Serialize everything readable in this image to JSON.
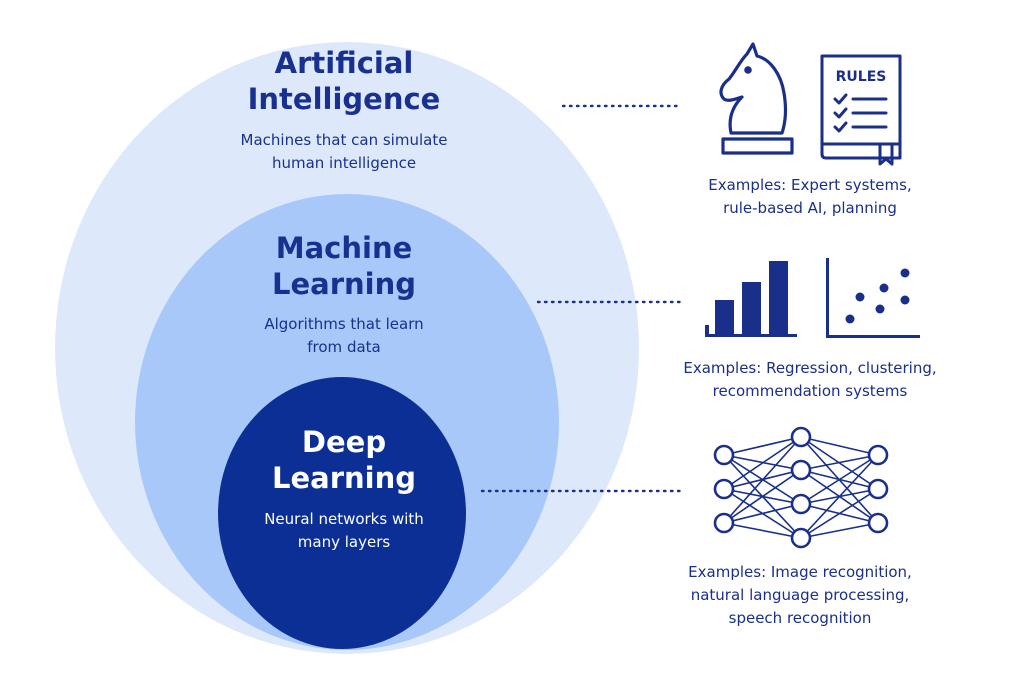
{
  "colors": {
    "ai_fill": "#dde9fb",
    "ml_fill": "#a9c8fa",
    "dl_fill": "#0c2f96",
    "dark_text": "#18308f",
    "light_text": "#ffffff",
    "icon_stroke": "#1a2f8a"
  },
  "ai": {
    "title": [
      "Artificial",
      "Intelligence"
    ],
    "description": [
      "Machines that can simulate",
      "human intelligence"
    ],
    "examples": [
      "Examples: Expert systems,",
      "rule-based AI, planning"
    ],
    "icons": [
      "chess-knight-icon",
      "rules-book-icon"
    ],
    "icon_text": "RULES"
  },
  "ml": {
    "title": [
      "Machine",
      "Learning"
    ],
    "description": [
      "Algorithms that learn",
      "from data"
    ],
    "examples": [
      "Examples: Regression, clustering,",
      "recommendation systems"
    ],
    "icons": [
      "bar-chart-icon",
      "scatter-plot-icon"
    ]
  },
  "dl": {
    "title": [
      "Deep",
      "Learning"
    ],
    "description": [
      "Neural networks with",
      "many layers"
    ],
    "examples": [
      "Examples: Image recognition,",
      "natural language processing,",
      "speech recognition"
    ],
    "icons": [
      "neural-network-icon"
    ]
  }
}
